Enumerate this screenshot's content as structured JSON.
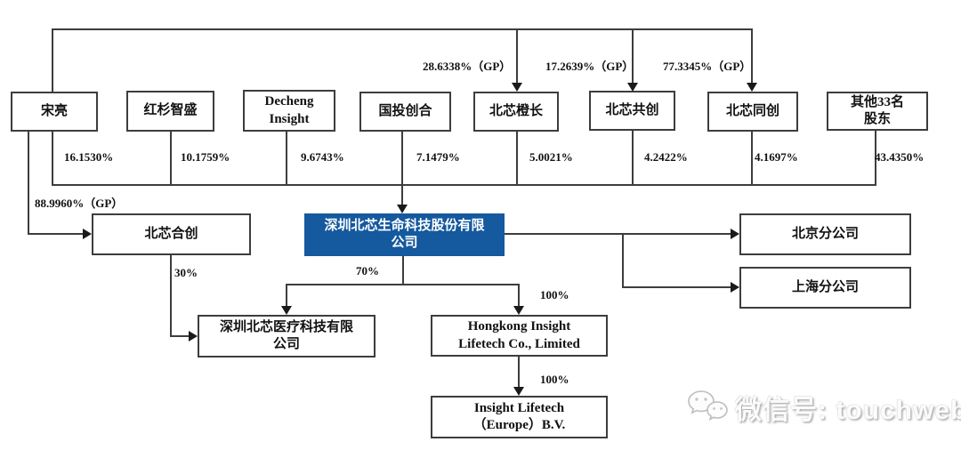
{
  "nodes": {
    "songliang": "宋亮",
    "hongshan": "红杉智盛",
    "decheng": "Decheng\nInsight",
    "guotou": "国投创合",
    "chengzhang": "北芯橙长",
    "gongchuang": "北芯共创",
    "tongchuang": "北芯同创",
    "other33": "其他33名\n股东",
    "hechuang": "北芯合创",
    "main_company": "深圳北芯生命科技股份有限\n公司",
    "yiliao": "深圳北芯医疗科技有限\n公司",
    "hongkong": "Hongkong Insight\nLifetech Co., Limited",
    "europe": "Insight Lifetech\n（Europe）B.V.",
    "beijing_branch": "北京分公司",
    "shanghai_branch": "上海分公司"
  },
  "labels": {
    "gp_chengzhang": "28.6338%（GP）",
    "gp_gongchuang": "17.2639%（GP）",
    "gp_tongchuang": "77.3345%（GP）",
    "gp_hechuang": "88.9960%（GP）",
    "pct_songliang": "16.1530%",
    "pct_hongshan": "10.1759%",
    "pct_decheng": "9.6743%",
    "pct_guotou": "7.1479%",
    "pct_chengzhang": "5.0021%",
    "pct_gongchuang": "4.2422%",
    "pct_tongchuang": "4.1697%",
    "pct_other33": "43.4350%",
    "pct_hechuang_to_yiliao": "30%",
    "pct_main_to_yiliao": "70%",
    "pct_main_to_hongkong": "100%",
    "pct_hongkong_to_europe": "100%"
  },
  "watermark": {
    "text": "微信号: touchweb"
  },
  "colors": {
    "primary_box": "#15599e",
    "line": "#3d3d3d"
  }
}
